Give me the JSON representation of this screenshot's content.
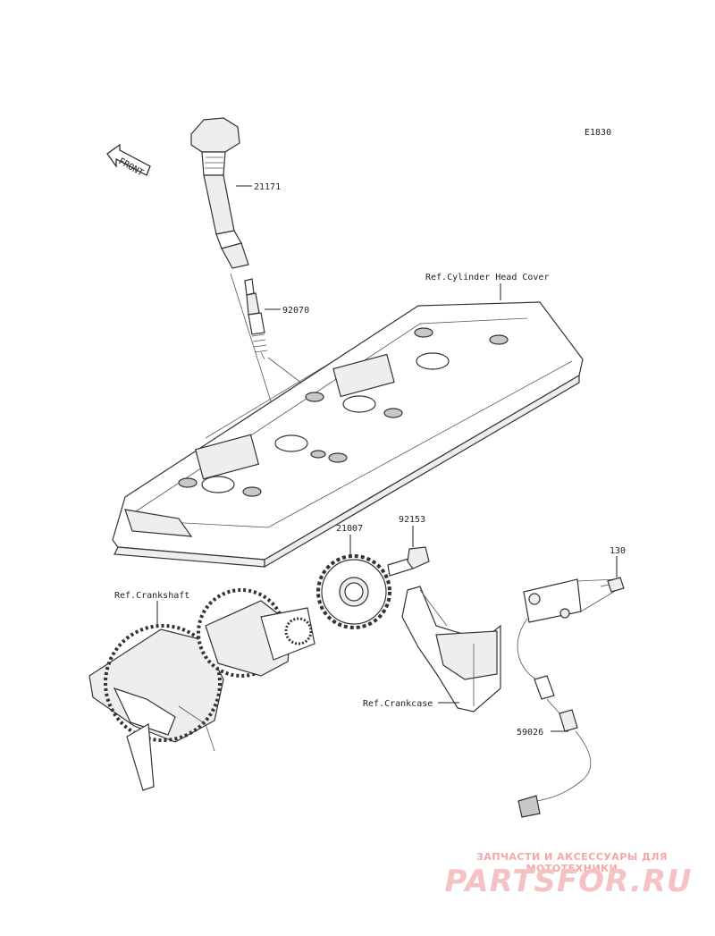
{
  "diagram": {
    "code": "E1830",
    "front_label": "FRONT",
    "parts": [
      {
        "number": "21171"
      },
      {
        "number": "92070"
      },
      {
        "number": "21007"
      },
      {
        "number": "92153"
      },
      {
        "number": "130"
      },
      {
        "number": "59026"
      }
    ],
    "references": [
      {
        "label": "Ref.Cylinder Head Cover"
      },
      {
        "label": "Ref.Crankshaft"
      },
      {
        "label": "Ref.Crankcase"
      }
    ]
  },
  "watermark": {
    "tagline": "ЗАПЧАСТИ И АКСЕССУАРЫ ДЛЯ МОТОТЕХНИКИ",
    "brand": "PARTSFOR.RU"
  },
  "colors": {
    "line": "#222222",
    "watermark": "#f4c2c2"
  }
}
